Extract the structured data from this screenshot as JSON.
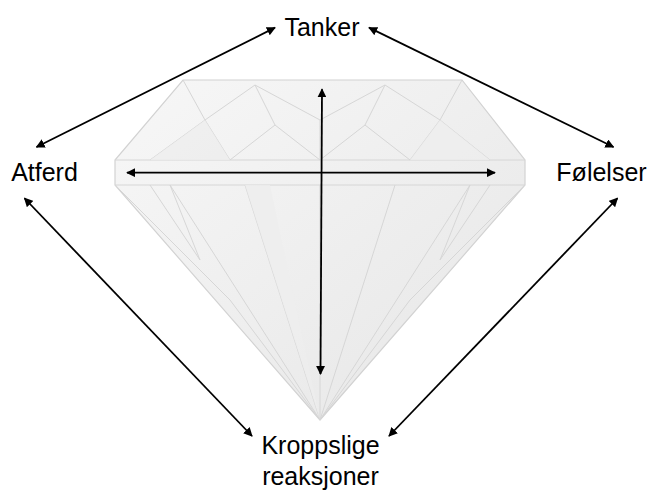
{
  "diagram": {
    "nodes": [
      {
        "text": [
          "Tanker"
        ]
      },
      {
        "text": [
          "Atferd"
        ]
      },
      {
        "text": [
          "Følelser"
        ]
      },
      {
        "text": [
          "Kroppslige reaksjoner"
        ]
      }
    ],
    "edges": [
      {
        "from": 0,
        "to": 1,
        "arrow": "both"
      },
      {
        "from": 0,
        "to": 2,
        "arrow": "both"
      },
      {
        "from": 1,
        "to": 2,
        "arrow": "both"
      },
      {
        "from": 0,
        "to": 3,
        "arrow": "both"
      },
      {
        "from": 1,
        "to": 3,
        "arrow": "both"
      },
      {
        "from": 2,
        "to": 3,
        "arrow": "both"
      }
    ]
  }
}
